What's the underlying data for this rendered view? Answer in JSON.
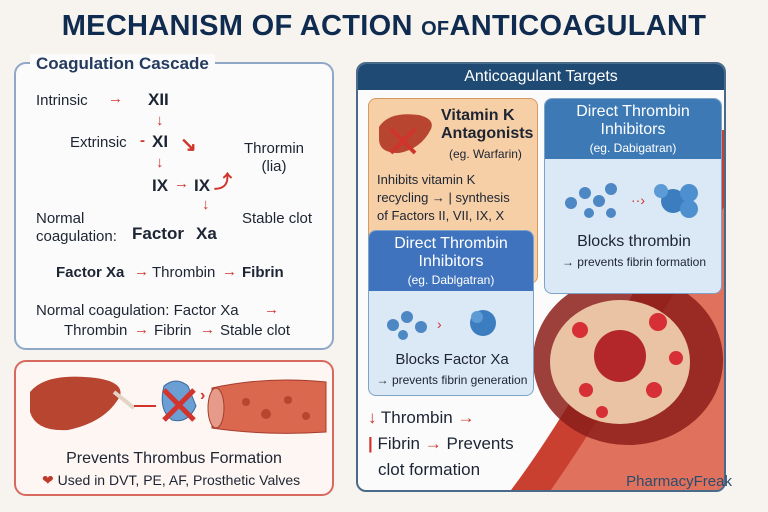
{
  "title_main": "MECHANISM OF ACTION",
  "title_of": "OF",
  "title_end": "ANTICOAGULANT",
  "cascade": {
    "title": "Coagulation Cascade",
    "intrinsic": "Intrinsic",
    "xii": "XII",
    "extrinsic": "Extrinsic",
    "xi": "XI",
    "ix_left": "IX",
    "ix_right": "IX",
    "thromin": "Thrormin\n(lia)",
    "normal_left": "Normal\ncoagulation:",
    "factor": "Factor",
    "xa": "Xa",
    "stable_clot": "Stable clot",
    "flow_factorxa": "Factor Xa",
    "flow_thrombin": "Thrombin",
    "flow_fibrin": "Fibrin",
    "summary_line1": "Normal coagulation: Factor Xa",
    "summary_thrombin": "Thrombin",
    "summary_fibrin": "Fibrin",
    "summary_clot": "Stable clot"
  },
  "prevents": {
    "title": "Prevents Thrombus Formation",
    "uses": "Used in DVT, PE, AF, Prosthetic Valves"
  },
  "targets": {
    "header": "Anticoagulant Targets",
    "vitk": {
      "title": "Vitamin K\nAntagonists",
      "example": "(eg. Warfarin)",
      "desc": "Inhibits vitamin K\nrecycling → | synthesis\nof Factors II, VII, IX, X"
    },
    "dti_top": {
      "title": "Direct Thrombin\nInhibitors",
      "example": "(eg. Dabigatran)",
      "desc": "Blocks thrombin",
      "desc2": "→ prevents fibrin formation"
    },
    "dti_mid": {
      "title": "Direct Thrombin\nInhibitors",
      "example": "(eg. Dablgatran)",
      "desc": "Blocks Factor Xa",
      "desc2": "→ prevents fibrin generation"
    },
    "bottom": {
      "thrombin": "Thrombin",
      "fibrin": "Fibrin",
      "prevents": "Prevents",
      "clot": "clot formation"
    }
  },
  "brand": "PharmacyFreak",
  "colors": {
    "title": "#0f2b4f",
    "arrow": "#d0342c",
    "header": "#1f4a73",
    "vitk_bg": "#f6cfa6",
    "dti_bg": "#dbe8f5"
  }
}
